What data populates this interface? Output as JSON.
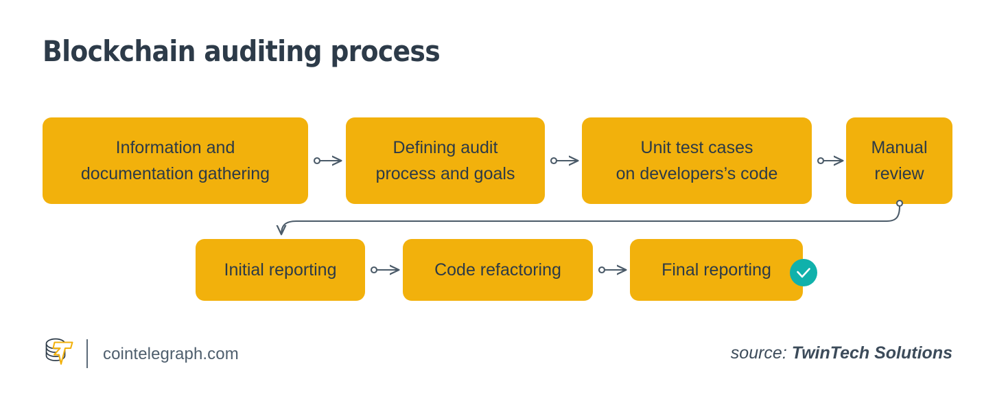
{
  "page": {
    "title": "Blockchain auditing process",
    "background": "#ffffff"
  },
  "colors": {
    "node_fill": "#f2b10c",
    "node_text": "#2c3a47",
    "title_text": "#2d3b49",
    "connector": "#4a5a68",
    "check_badge": "#10b1ab",
    "check_mark": "#ffffff",
    "footer_text": "#4e5e6d",
    "logo_bolt": "#f2b10c",
    "logo_coin": "#2c3a47"
  },
  "chart_data": {
    "type": "diagram",
    "title": "Blockchain auditing process",
    "layout": "flowchart, two rows, left-to-right then wrap",
    "nodes": [
      {
        "id": "information",
        "label_lines": [
          "Information and",
          "documentation gathering"
        ],
        "row": 1,
        "order": 1
      },
      {
        "id": "defining",
        "label_lines": [
          "Defining audit",
          "process and goals"
        ],
        "row": 1,
        "order": 2
      },
      {
        "id": "unit-test",
        "label_lines": [
          "Unit test cases",
          "on developers’s code"
        ],
        "row": 1,
        "order": 3
      },
      {
        "id": "manual-review",
        "label_lines": [
          "Manual",
          "review"
        ],
        "row": 1,
        "order": 4
      },
      {
        "id": "initial-report",
        "label_lines": [
          "Initial reporting"
        ],
        "row": 2,
        "order": 5
      },
      {
        "id": "code-refactor",
        "label_lines": [
          "Code refactoring"
        ],
        "row": 2,
        "order": 6
      },
      {
        "id": "final-report",
        "label_lines": [
          "Final reporting"
        ],
        "row": 2,
        "order": 7,
        "badge": "check"
      }
    ],
    "edges": [
      {
        "from": "information",
        "to": "defining",
        "style": "straight-arrow"
      },
      {
        "from": "defining",
        "to": "unit-test",
        "style": "straight-arrow"
      },
      {
        "from": "unit-test",
        "to": "manual-review",
        "style": "straight-arrow"
      },
      {
        "from": "manual-review",
        "to": "initial-report",
        "style": "wrap-arrow"
      },
      {
        "from": "initial-report",
        "to": "code-refactor",
        "style": "straight-arrow"
      },
      {
        "from": "code-refactor",
        "to": "final-report",
        "style": "straight-arrow"
      }
    ]
  },
  "nodes": {
    "information": {
      "line1": "Information and",
      "line2": "documentation gathering"
    },
    "defining": {
      "line1": "Defining audit",
      "line2": "process and goals"
    },
    "unit_test": {
      "line1": "Unit test cases",
      "line2": "on developers’s code"
    },
    "manual_review": {
      "line1": "Manual",
      "line2": "review"
    },
    "initial_report": {
      "line1": "Initial reporting"
    },
    "code_refactor": {
      "line1": "Code refactoring"
    },
    "final_report": {
      "line1": "Final reporting"
    }
  },
  "badges": {
    "final_check": "check-circle-icon"
  },
  "footer": {
    "logo": "cointelegraph-logo",
    "site": "cointelegraph.com",
    "source_prefix": "source: ",
    "source_name": "TwinTech Solutions"
  }
}
